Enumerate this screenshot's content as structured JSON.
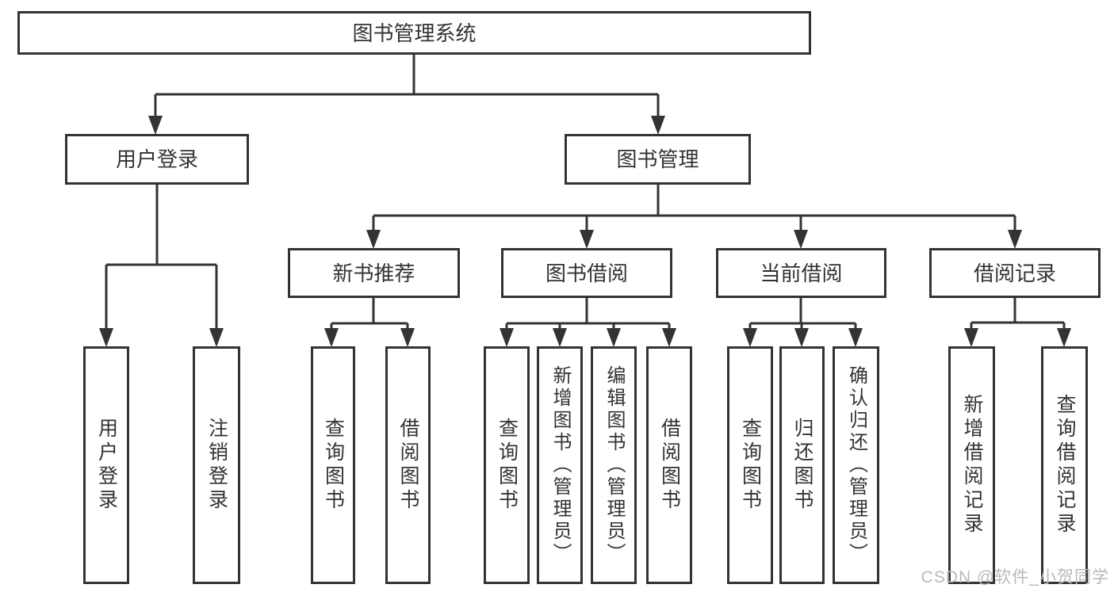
{
  "diagram": {
    "root": {
      "label": "图书管理系统"
    },
    "level2": {
      "login_branch": {
        "label": "用户登录"
      },
      "management_branch": {
        "label": "图书管理"
      }
    },
    "level3": {
      "recommend": {
        "label": "新书推荐"
      },
      "borrow": {
        "label": "图书借阅"
      },
      "current": {
        "label": "当前借阅"
      },
      "records": {
        "label": "借阅记录"
      }
    },
    "leaves": {
      "login": [
        "用户登录",
        "注销登录"
      ],
      "recommend": [
        "查询图书",
        "借阅图书"
      ],
      "borrow": [
        "查询图书",
        "新增图书（管理员）",
        "编辑图书（管理员）",
        "借阅图书"
      ],
      "current": [
        "查询图书",
        "归还图书",
        "确认归还（管理员）"
      ],
      "records": [
        "新增借阅记录",
        "查询借阅记录"
      ]
    }
  },
  "watermark": {
    "text": "CSDN @软件_小贺同学"
  },
  "colors": {
    "line": "#333333",
    "border": "#333333",
    "text": "#333333",
    "background": "#ffffff",
    "watermark": "#b9b9b9"
  }
}
